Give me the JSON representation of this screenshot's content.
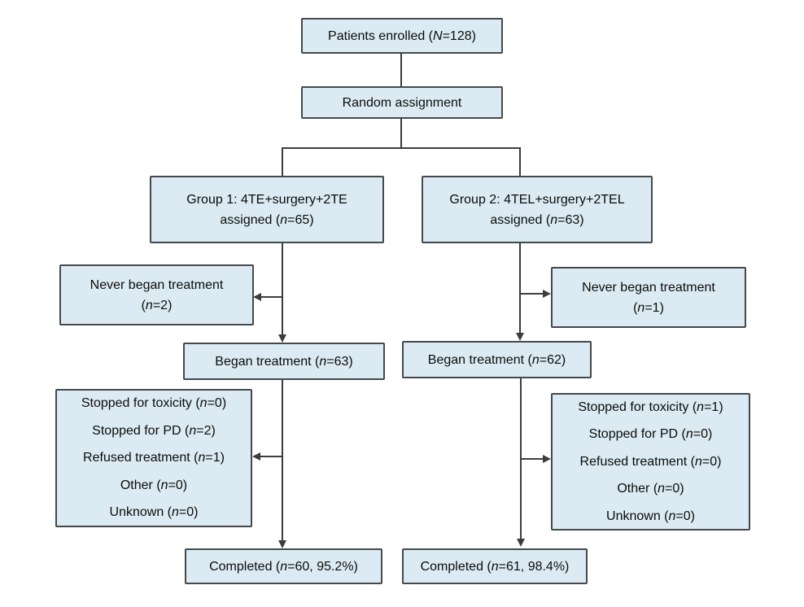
{
  "diagram": {
    "type": "consort-flowchart",
    "colors": {
      "box_fill": "#dcebf3",
      "box_border": "#45494c",
      "line": "#3a3d3f",
      "text": "#0b0b0b",
      "bg": "#ffffff"
    },
    "nodes": {
      "enrolled": {
        "line1": {
          "pre": "Patients enrolled (",
          "italic": "N",
          "post": "=128)"
        }
      },
      "random": {
        "line1": {
          "pre": "Random assignment",
          "italic": "",
          "post": ""
        }
      },
      "group1": {
        "line1": {
          "pre": "Group 1: 4TE+surgery+2TE",
          "italic": "",
          "post": ""
        },
        "line2": {
          "pre": "assigned (",
          "italic": "n",
          "post": "=65)"
        }
      },
      "group2": {
        "line1": {
          "pre": "Group 2: 4TEL+surgery+2TEL",
          "italic": "",
          "post": ""
        },
        "line2": {
          "pre": "assigned (",
          "italic": "n",
          "post": "=63)"
        }
      },
      "never1": {
        "line1": {
          "pre": "Never began treatment",
          "italic": "",
          "post": ""
        },
        "line2": {
          "pre": "(",
          "italic": "n",
          "post": "=2)"
        }
      },
      "never2": {
        "line1": {
          "pre": "Never began treatment",
          "italic": "",
          "post": ""
        },
        "line2": {
          "pre": "(",
          "italic": "n",
          "post": "=1)"
        }
      },
      "began1": {
        "line1": {
          "pre": "Began treatment (",
          "italic": "n",
          "post": "=63)"
        }
      },
      "began2": {
        "line1": {
          "pre": "Began treatment (",
          "italic": "n",
          "post": "=62)"
        }
      },
      "stopped1": {
        "lines": [
          {
            "pre": "Stopped for toxicity (",
            "italic": "n",
            "post": "=0)"
          },
          {
            "pre": "Stopped for PD (",
            "italic": "n",
            "post": "=2)"
          },
          {
            "pre": "Refused treatment (",
            "italic": "n",
            "post": "=1)"
          },
          {
            "pre": "Other (",
            "italic": "n",
            "post": "=0)"
          },
          {
            "pre": "Unknown (",
            "italic": "n",
            "post": "=0)"
          }
        ]
      },
      "stopped2": {
        "lines": [
          {
            "pre": "Stopped for toxicity (",
            "italic": "n",
            "post": "=1)"
          },
          {
            "pre": "Stopped for PD (",
            "italic": "n",
            "post": "=0)"
          },
          {
            "pre": "Refused treatment (",
            "italic": "n",
            "post": "=0)"
          },
          {
            "pre": "Other (",
            "italic": "n",
            "post": "=0)"
          },
          {
            "pre": "Unknown (",
            "italic": "n",
            "post": "=0)"
          }
        ]
      },
      "completed1": {
        "line1": {
          "pre": "Completed (",
          "italic": "n",
          "post": "=60, 95.2%)"
        }
      },
      "completed2": {
        "line1": {
          "pre": "Completed (",
          "italic": "n",
          "post": "=61, 98.4%)"
        }
      }
    },
    "edges": [
      {
        "from": "enrolled",
        "to": "random"
      },
      {
        "from": "random",
        "to": "group1"
      },
      {
        "from": "random",
        "to": "group2"
      },
      {
        "from": "group1",
        "to": "never1"
      },
      {
        "from": "group1",
        "to": "began1"
      },
      {
        "from": "group2",
        "to": "never2"
      },
      {
        "from": "group2",
        "to": "began2"
      },
      {
        "from": "began1",
        "to": "stopped1"
      },
      {
        "from": "began1",
        "to": "completed1"
      },
      {
        "from": "began2",
        "to": "stopped2"
      },
      {
        "from": "began2",
        "to": "completed2"
      }
    ]
  }
}
